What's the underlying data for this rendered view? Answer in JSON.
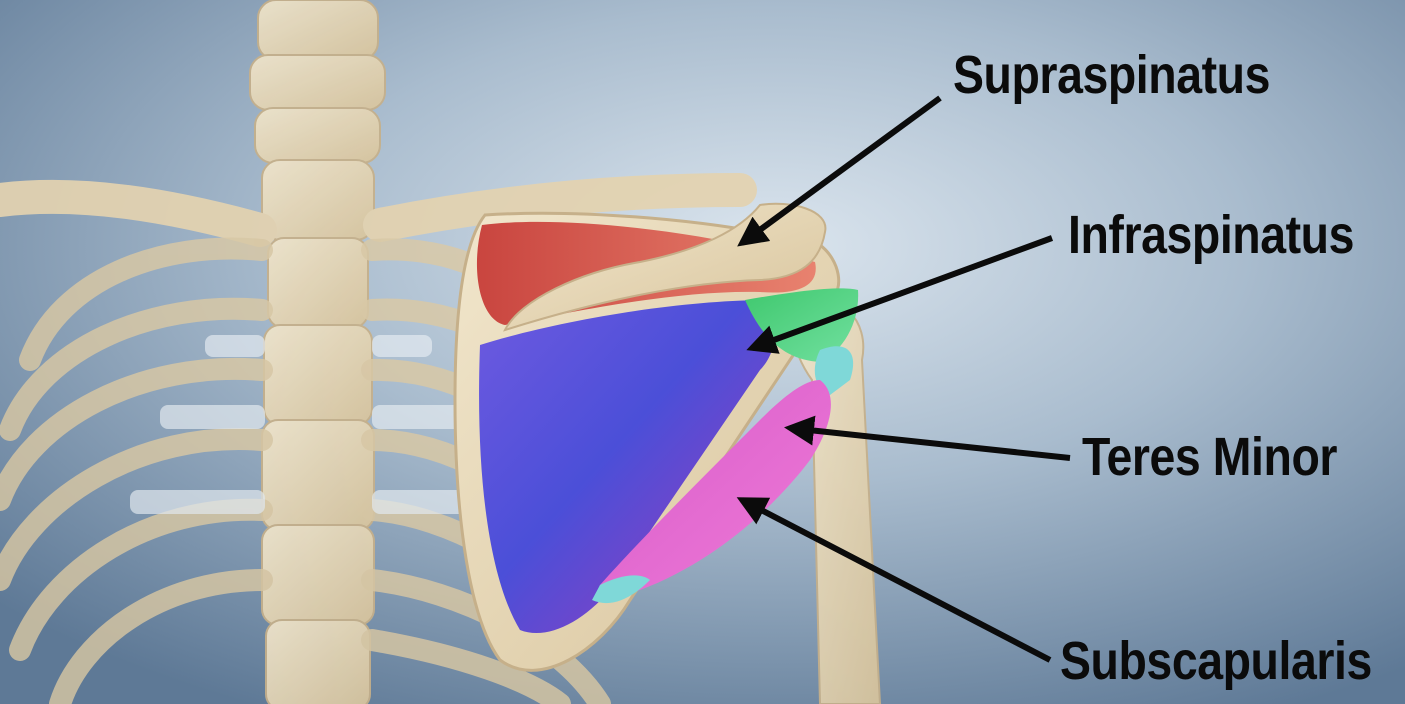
{
  "labels": {
    "supraspinatus": "Supraspinatus",
    "infraspinatus": "Infraspinatus",
    "teres_minor": "Teres Minor",
    "subscapularis": "Subscapularis"
  },
  "colors": {
    "background": "#6f88a3",
    "bone": "#e6d6b4",
    "supraspinatus": "#d9564f",
    "infraspinatus": "#5a52d6",
    "teres_minor": "#e06ad0",
    "subscapularis_green": "#4fd27a",
    "subscapularis_cyan": "#7fd8d8",
    "arrow": "#0b0b0b"
  }
}
